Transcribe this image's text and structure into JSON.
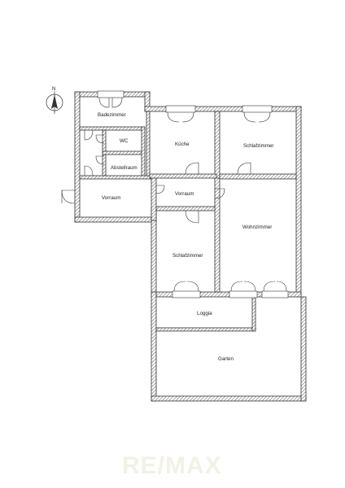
{
  "compass": {
    "label": "N"
  },
  "rooms": [
    {
      "id": "badezimmer",
      "label": "Badezimmer"
    },
    {
      "id": "wc",
      "label": "WC"
    },
    {
      "id": "abstellraum",
      "label": "Abstellraum"
    },
    {
      "id": "vorraum-1",
      "label": "Vorraum"
    },
    {
      "id": "kueche",
      "label": "Küche"
    },
    {
      "id": "vorraum-2",
      "label": "Vorraum"
    },
    {
      "id": "schlafzimmer-1",
      "label": "Schlafzimmer"
    },
    {
      "id": "wohnzimmer",
      "label": "Wohnzimmer"
    },
    {
      "id": "schlafzimmer-2",
      "label": "Schlafzimmer"
    },
    {
      "id": "loggia",
      "label": "Loggia"
    },
    {
      "id": "garten",
      "label": "Garten"
    }
  ],
  "watermark": {
    "text": "RE/MAX"
  }
}
